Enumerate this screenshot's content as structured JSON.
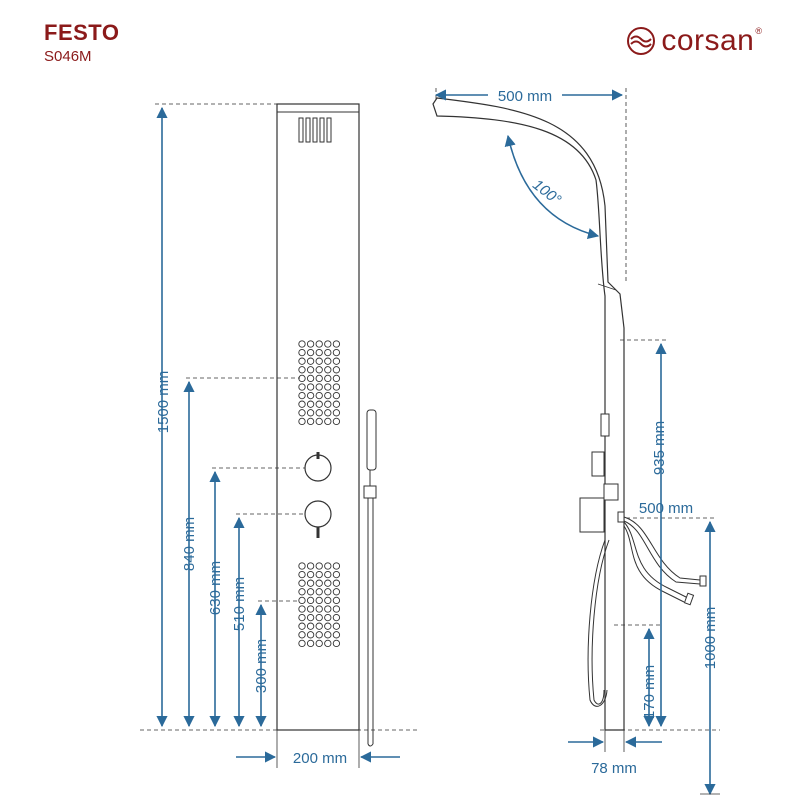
{
  "header": {
    "product_name": "FESTO",
    "product_code": "S046M"
  },
  "brand": {
    "name": "corsan",
    "registered_mark": "®"
  },
  "colors": {
    "brand": "#8b1a1a",
    "dimension": "#2b6a9a",
    "outline": "#333333"
  },
  "front_view": {
    "dimensions": {
      "total_height": "1500 mm",
      "top_massage_jets": "840 mm",
      "upper_knob": "630 mm",
      "lower_knob": "510 mm",
      "bottom_massage_jets": "300 mm",
      "panel_width": "200 mm"
    }
  },
  "side_view": {
    "dimensions": {
      "arm_reach": "500 mm",
      "arm_angle": "100°",
      "wall_mount_height": "935 mm",
      "hose_length": "500 mm",
      "connection_height": "1000 mm",
      "bottom_clearance": "170 mm",
      "panel_depth": "78 mm"
    }
  }
}
